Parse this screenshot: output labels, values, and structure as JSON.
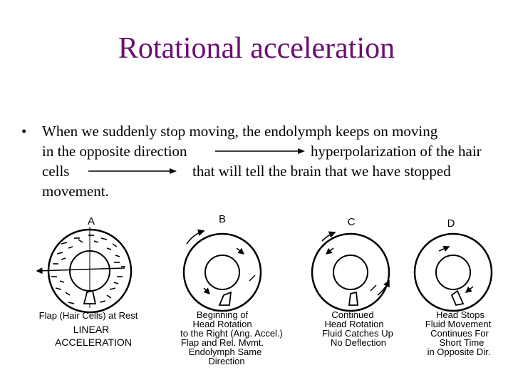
{
  "slide": {
    "title": "Rotational acceleration",
    "bullet_symbol": "•",
    "bullet_lines": [
      "When we suddenly stop moving, the endolymph keeps on moving",
      "in the opposite direction",
      "hyperpolarization of the hair",
      "cells",
      "that will tell the brain that we have stopped",
      "movement."
    ]
  },
  "diagram": {
    "panels": [
      {
        "letter": "A",
        "caption": [
          "Flap (Hair Cells) at Rest"
        ],
        "subcaption": [
          "LINEAR",
          "ACCELERATION"
        ]
      },
      {
        "letter": "B",
        "caption": [
          "Beginning of",
          "Head Rotation",
          "to the Right (Ang. Accel.)",
          "Flap and Rel. Mvmt.",
          "Endolymph Same",
          "Direction"
        ]
      },
      {
        "letter": "C",
        "caption": [
          "Continued",
          "Head Rotation",
          "Fluid Catches Up",
          "No Deflection"
        ]
      },
      {
        "letter": "D",
        "caption": [
          "Head Stops",
          "Fluid Movement",
          "Continues For",
          "Short Time",
          "in Opposite Dir."
        ]
      }
    ]
  },
  "colors": {
    "title": "#6b0f73",
    "text": "#000000"
  }
}
